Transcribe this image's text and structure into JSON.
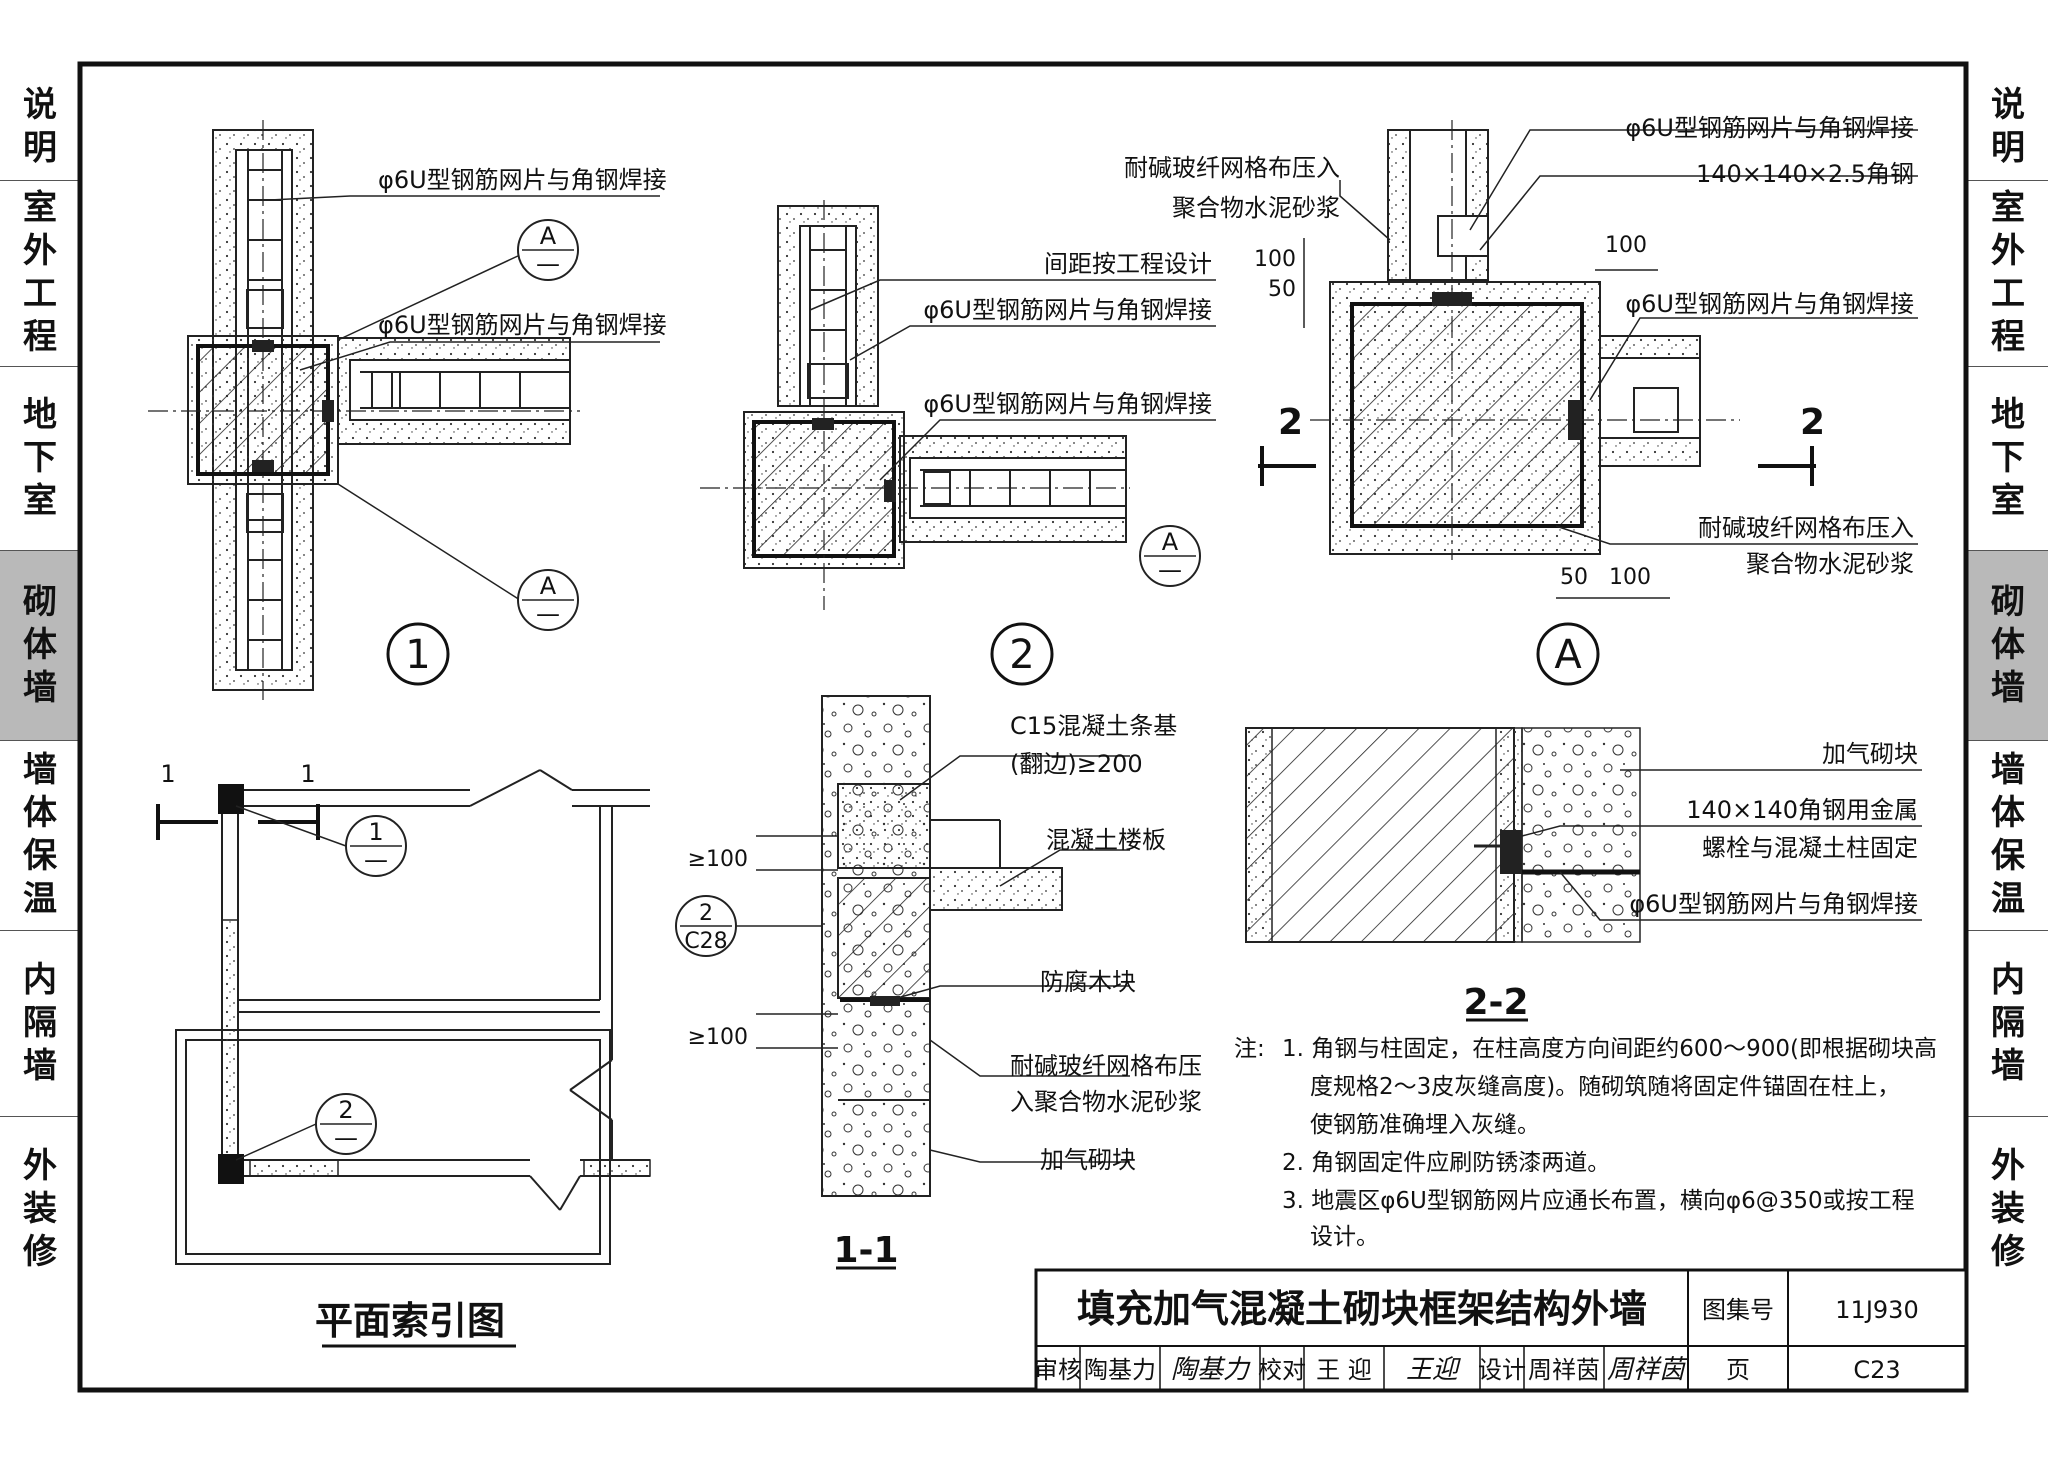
{
  "side_tabs": [
    "说明",
    "室外工程",
    "地下室",
    "砌体墙",
    "墙体保温",
    "内隔墙",
    "外装修"
  ],
  "active_tab": "砌体墙",
  "detail1": {
    "circle": "1",
    "label_top": "φ6U型钢筋网片与角钢焊接",
    "label_mid": "φ6U型钢筋网片与角钢焊接",
    "ref_letter": "A",
    "ref_dash": "—"
  },
  "detail2": {
    "circle": "2",
    "label_spacing": "间距按工程设计",
    "label_a": "φ6U型钢筋网片与角钢焊接",
    "label_b": "φ6U型钢筋网片与角钢焊接",
    "ref_letter": "A",
    "ref_dash": "—"
  },
  "detailA": {
    "circle": "A",
    "label_top1": "φ6U型钢筋网片与角钢焊接",
    "label_top2": "140×140×2.5角钢",
    "label_mesh_top1": "耐碱玻纤网格布压入",
    "label_mesh_top2": "聚合物水泥砂浆",
    "label_weld": "φ6U型钢筋网片与角钢焊接",
    "label_mesh_bot1": "耐碱玻纤网格布压入",
    "label_mesh_bot2": "聚合物水泥砂浆",
    "dim_100_top": "100",
    "dim_50": "50",
    "dim_100_left": "100",
    "dim_50_bot": "50",
    "dim_100_bot": "100",
    "section_mark": "2"
  },
  "plan": {
    "title": "平面索引图",
    "section_mark": "1",
    "ref1": "1",
    "ref2": "2",
    "ref_dash": "—"
  },
  "section11": {
    "title": "1-1",
    "label_c15_1": "C15混凝土条基",
    "label_c15_2": "(翻边)≥200",
    "label_slab": "混凝土楼板",
    "label_wood": "防腐木块",
    "label_mesh1": "耐碱玻纤网格布压",
    "label_mesh2": "入聚合物水泥砂浆",
    "label_block": "加气砌块",
    "dim_1": "≥100",
    "dim_2": "≥100",
    "ref_num": "2",
    "ref_page": "C28"
  },
  "section22": {
    "title": "2-2",
    "label_block": "加气砌块",
    "label_angle1": "140×140角钢用金属",
    "label_angle2": "螺栓与混凝土柱固定",
    "label_weld": "φ6U型钢筋网片与角钢焊接"
  },
  "notes": {
    "prefix": "注:",
    "lines": [
      "1. 角钢与柱固定，在柱高度方向间距约600～900(即根据砌块高",
      "度规格2～3皮灰缝高度)。随砌筑随将固定件锚固在柱上，",
      "使钢筋准确埋入灰缝。",
      "2. 角钢固定件应刷防锈漆两道。",
      "3. 地震区φ6U型钢筋网片应通长布置，横向φ6@350或按工程",
      "设计。"
    ]
  },
  "title_block": {
    "title": "填充加气混凝土砌块框架结构外墙",
    "atlas_label": "图集号",
    "atlas_value": "11J930",
    "review_label": "审核",
    "review_name": "陶基力",
    "review_sig": "陶基力",
    "check_label": "校对",
    "check_name": "王 迎",
    "check_sig": "王迎",
    "design_label": "设计",
    "design_name": "周祥茵",
    "design_sig": "周祥茵",
    "page_label": "页",
    "page_value": "C23"
  }
}
